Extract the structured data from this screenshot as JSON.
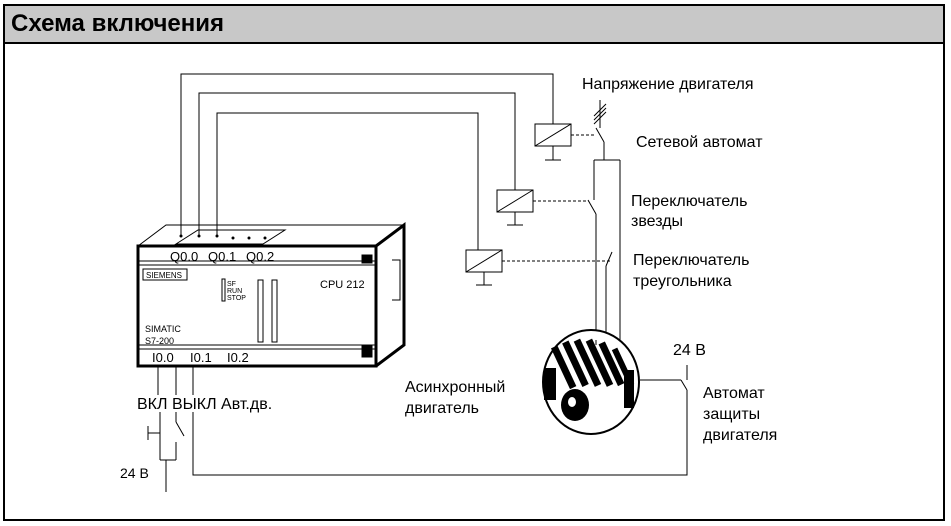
{
  "title": "Схема включения",
  "labels": {
    "motor_voltage": "Напряжение двигателя",
    "circuit_breaker": "Сетевой автомат",
    "star_switch_1": "Переключатель",
    "star_switch_2": "звезды",
    "delta_switch_1": "Переключатель",
    "delta_switch_2": "треугольника",
    "async_motor_1": "Асинхронный",
    "async_motor_2": "двигатель",
    "motor_protection_1": "Автомат",
    "motor_protection_2": "защиты",
    "motor_protection_3": "двигателя",
    "voltage_24v_right": "24 В",
    "voltage_24v_left": "24 В",
    "inputs_caption": "ВКЛ ВЫКЛ Авт.дв."
  },
  "plc": {
    "brand": "SIEMENS",
    "model": "CPU 212",
    "line1": "SIMATIC",
    "line2": "S7-200",
    "status": [
      "SF",
      "RUN",
      "STOP"
    ],
    "outputs": [
      "Q0.0",
      "Q0.1",
      "Q0.2"
    ],
    "inputs": [
      "I0.0",
      "I0.1",
      "I0.2"
    ]
  }
}
